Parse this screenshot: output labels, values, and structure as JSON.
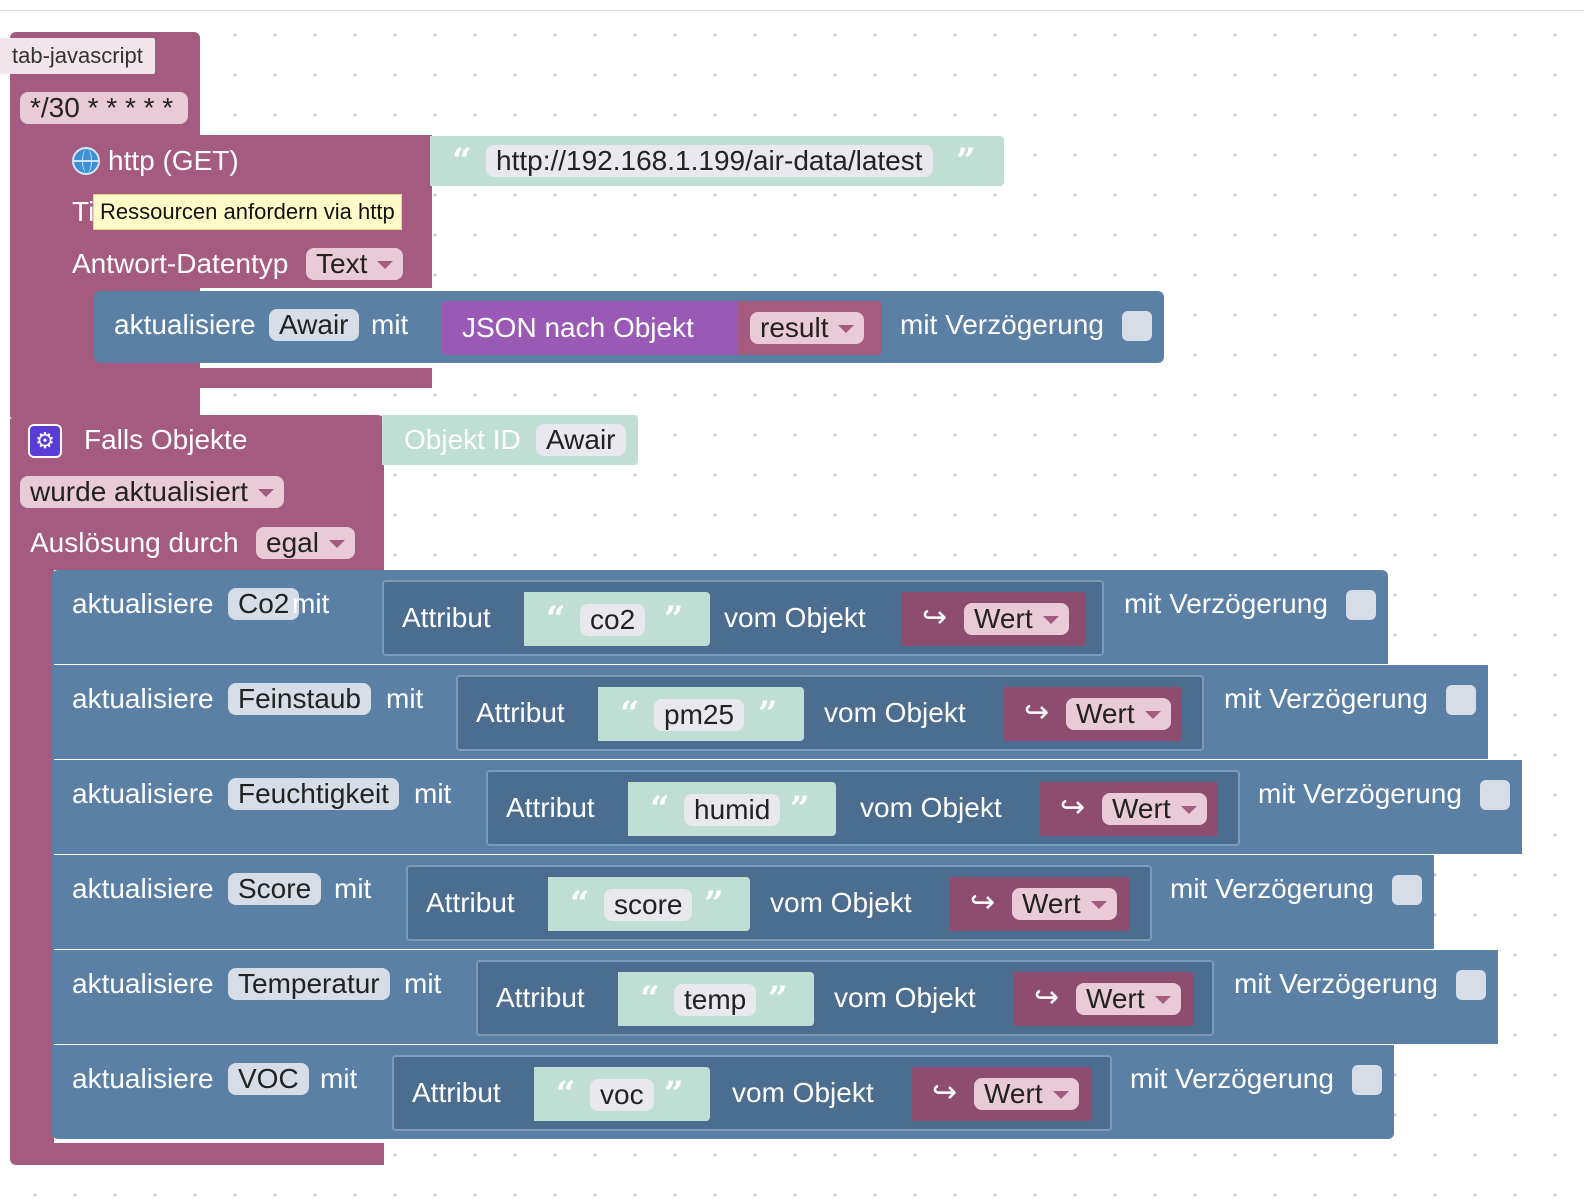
{
  "program": {
    "tab_label": "tab-javascript",
    "cron": "*/30 * * * * *",
    "http": {
      "title": "http (GET)",
      "url": "http://192.168.1.199/air-data/latest",
      "timeout_label_fragment": "Ti",
      "tooltip": "Ressourcen anfordern via http",
      "response_type_label": "Antwort-Datentyp",
      "response_type_value": "Text",
      "update": {
        "keyword": "aktualisiere",
        "target": "Awair",
        "with": "mit",
        "json_label": "JSON nach Objekt",
        "json_arg": "result",
        "delay_label": "mit Verzögerung"
      }
    },
    "trigger": {
      "title": "Falls Objekte",
      "object_id_label": "Objekt ID",
      "object_id_value": "Awair",
      "event_value": "wurde aktualisiert",
      "trigger_by_label": "Auslösung durch",
      "trigger_by_value": "egal"
    },
    "updates": [
      {
        "keyword": "aktualisiere",
        "target": "Co2",
        "with": "mit",
        "attr_label": "Attribut",
        "attr": "co2",
        "from_label": "vom Objekt",
        "value_label": "Wert",
        "delay_label": "mit Verzögerung"
      },
      {
        "keyword": "aktualisiere",
        "target": "Feinstaub",
        "with": "mit",
        "attr_label": "Attribut",
        "attr": "pm25",
        "from_label": "vom Objekt",
        "value_label": "Wert",
        "delay_label": "mit Verzögerung"
      },
      {
        "keyword": "aktualisiere",
        "target": "Feuchtigkeit",
        "with": "mit",
        "attr_label": "Attribut",
        "attr": "humid",
        "from_label": "vom Objekt",
        "value_label": "Wert",
        "delay_label": "mit Verzögerung"
      },
      {
        "keyword": "aktualisiere",
        "target": "Score",
        "with": "mit",
        "attr_label": "Attribut",
        "attr": "score",
        "from_label": "vom Objekt",
        "value_label": "Wert",
        "delay_label": "mit Verzögerung"
      },
      {
        "keyword": "aktualisiere",
        "target": "Temperatur",
        "with": "mit",
        "attr_label": "Attribut",
        "attr": "temp",
        "from_label": "vom Objekt",
        "value_label": "Wert",
        "delay_label": "mit Verzögerung"
      },
      {
        "keyword": "aktualisiere",
        "target": "VOC",
        "with": "mit",
        "attr_label": "Attribut",
        "attr": "voc",
        "from_label": "vom Objekt",
        "value_label": "Wert",
        "delay_label": "mit Verzögerung"
      }
    ]
  },
  "colors": {
    "event_block": "#a55b80",
    "action_block": "#5b80a5",
    "text_block": "#bfded4",
    "json_block": "#9b59b6"
  },
  "icons": {
    "http": "globe-icon",
    "trigger": "gear-icon",
    "dropdown": "caret-down-icon",
    "value_arrow": "return-arrow-icon"
  }
}
